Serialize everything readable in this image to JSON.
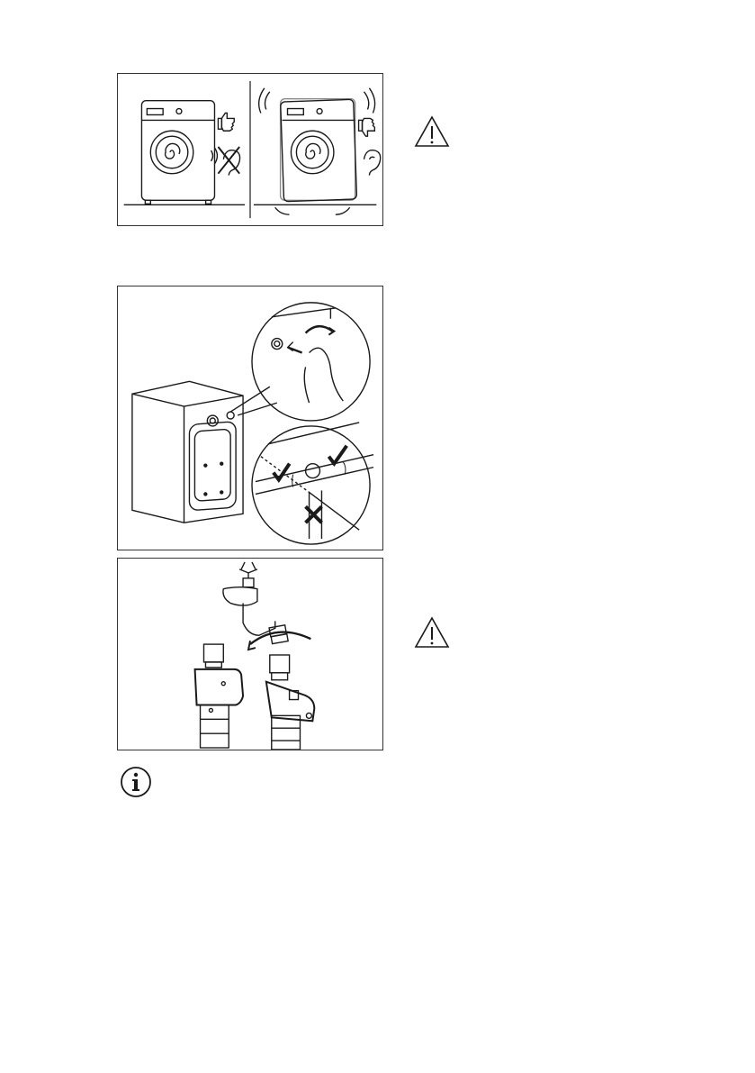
{
  "page": {
    "figures": [
      {
        "id": "figure-leveling",
        "description_icon": "level-washing-machine-figure"
      },
      {
        "id": "figure-water-inlet-hose",
        "description_icon": "connect-inlet-hose-figure"
      },
      {
        "id": "figure-tap-connection",
        "description_icon": "tap-hose-connection-figure"
      }
    ],
    "icons": [
      "warning-triangle-icon",
      "warning-triangle-icon",
      "information-icon"
    ],
    "colors": {
      "line": "#1a1a1a",
      "panel_border": "#333333",
      "background": "#ffffff"
    }
  }
}
